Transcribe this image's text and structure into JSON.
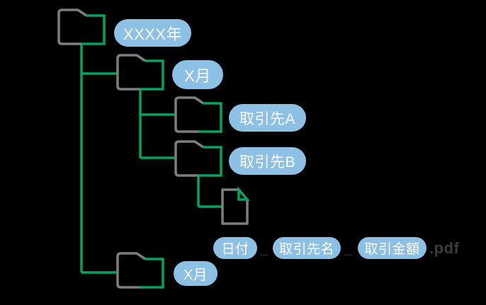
{
  "diagram": {
    "title": "folder-structure-diagram",
    "background": "#000000",
    "colors": {
      "line_green": "#00A45E",
      "icon_gray": "#7E7E7E",
      "pill_blue": "#8CC0E4",
      "pill_text": "#FFFFFF",
      "filename_text": "#3B3B3B"
    },
    "tree": {
      "root": {
        "label": "XXXX年"
      },
      "month_top": {
        "label": "X月"
      },
      "client_a": {
        "label": "取引先A"
      },
      "client_b": {
        "label": "取引先B"
      },
      "month_bottom": {
        "label": "X月"
      }
    },
    "file_naming": {
      "date": "日付",
      "separator": "_",
      "client": "取引先名",
      "amount": "取引金額",
      "extension": ".pdf"
    }
  }
}
